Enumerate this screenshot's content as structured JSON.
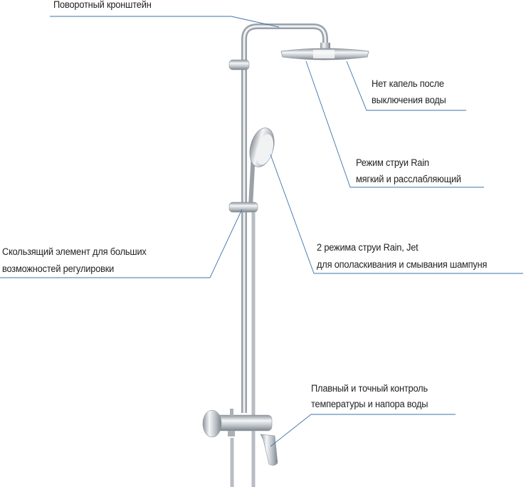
{
  "callouts": {
    "swivel_arm": {
      "line1": "Поворотный кронштейн"
    },
    "no_drip": {
      "line1": "Нет капель после",
      "line2": "выключения воды"
    },
    "rain_mode": {
      "line1": "Режим струи Rain",
      "line2": "мягкий и расслабляющий"
    },
    "slider": {
      "line1": "Скользящий элемент для больших",
      "line2": "возможностей регулировки"
    },
    "hand_shower": {
      "line1": "2 режима струи Rain, Jet",
      "line2": "для ополаскивания и смывания шампуня"
    },
    "mixer": {
      "line1": "Плавный и точный контроль",
      "line2": "температуры и напора воды"
    }
  },
  "colors": {
    "leader_line": "#3f73a8",
    "chrome": "#c9ced3",
    "text": "#222222"
  }
}
